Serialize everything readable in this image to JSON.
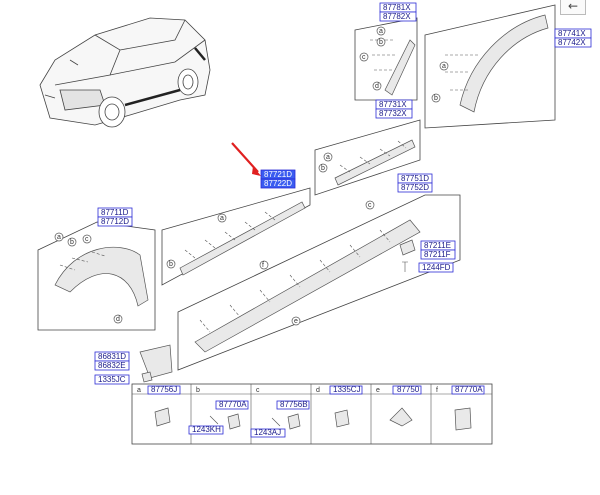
{
  "nav": {
    "back_glyph": "←"
  },
  "groups": {
    "upper_trim": [
      "87781X",
      "87782X"
    ],
    "rear_arch": [
      "87741X",
      "87742X"
    ],
    "upper_garnish": [
      "87731X",
      "87732X"
    ],
    "side_garnish": [
      "87721D",
      "87722D"
    ],
    "front_arch": [
      "87711D",
      "87712D"
    ],
    "side_sill": [
      "87751D",
      "87752D"
    ],
    "bracket": [
      "87211E",
      "87211F"
    ],
    "bolt": "1244FD",
    "mudguard": [
      "86831D",
      "86832E"
    ],
    "clip_bottom": "1335JC"
  },
  "legend": [
    {
      "letter": "a",
      "parts": [
        "87756J"
      ]
    },
    {
      "letter": "b",
      "parts": [
        "87770A",
        "1243KH"
      ]
    },
    {
      "letter": "c",
      "parts": [
        "87756B",
        "1243AJ"
      ]
    },
    {
      "letter": "d",
      "parts": [
        "1335CJ"
      ]
    },
    {
      "letter": "e",
      "parts": [
        "87750"
      ]
    },
    {
      "letter": "f",
      "parts": [
        "87770A"
      ]
    }
  ],
  "callouts": [
    "a",
    "b",
    "c",
    "d",
    "e",
    "f"
  ],
  "colors": {
    "highlight": "#3a5cf0",
    "arrow": "#e02020",
    "label": "#1a1a8a"
  }
}
